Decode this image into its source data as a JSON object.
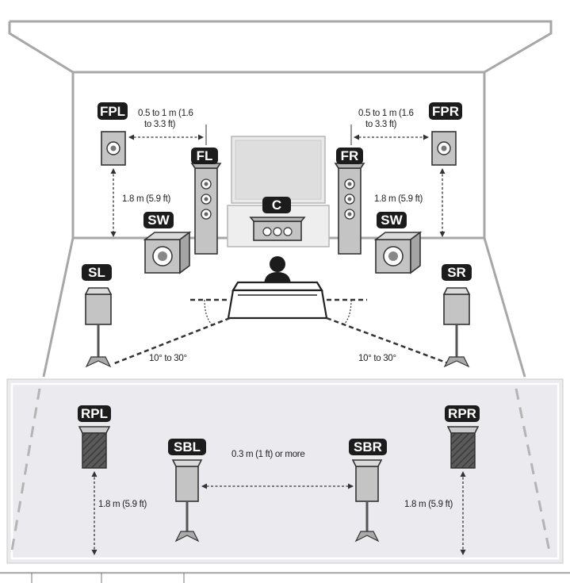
{
  "labels": {
    "fpl": "FPL",
    "fpr": "FPR",
    "fl": "FL",
    "fr": "FR",
    "c": "C",
    "sw_left": "SW",
    "sw_right": "SW",
    "sl": "SL",
    "sr": "SR",
    "rpl": "RPL",
    "rpr": "RPR",
    "sbl": "SBL",
    "sbr": "SBR"
  },
  "notes": {
    "front_presence_distance_left": [
      "0.5 to 1 m (1.6",
      "to 3.3 ft)"
    ],
    "front_presence_distance_right": [
      "0.5 to 1 m (1.6",
      "to 3.3 ft)"
    ],
    "front_presence_height_left": "1.8 m (5.9 ft)",
    "front_presence_height_right": "1.8 m (5.9 ft)",
    "surround_angle_left": "10° to 30°",
    "surround_angle_right": "10° to 30°",
    "surround_back_spacing": "0.3 m (1 ft) or more",
    "rear_presence_height_left": "1.8 m (5.9 ft)",
    "rear_presence_height_right": "1.8 m (5.9 ft)"
  },
  "colors": {
    "label_bg": "#1c1c1c",
    "speaker_fill": "#c4c4c4",
    "wall_line": "#a7a7a7",
    "rear_panel_bg": "#ebebef",
    "rear_speaker_fill": "#5a5a5a",
    "tv_screen": "#dedede"
  }
}
